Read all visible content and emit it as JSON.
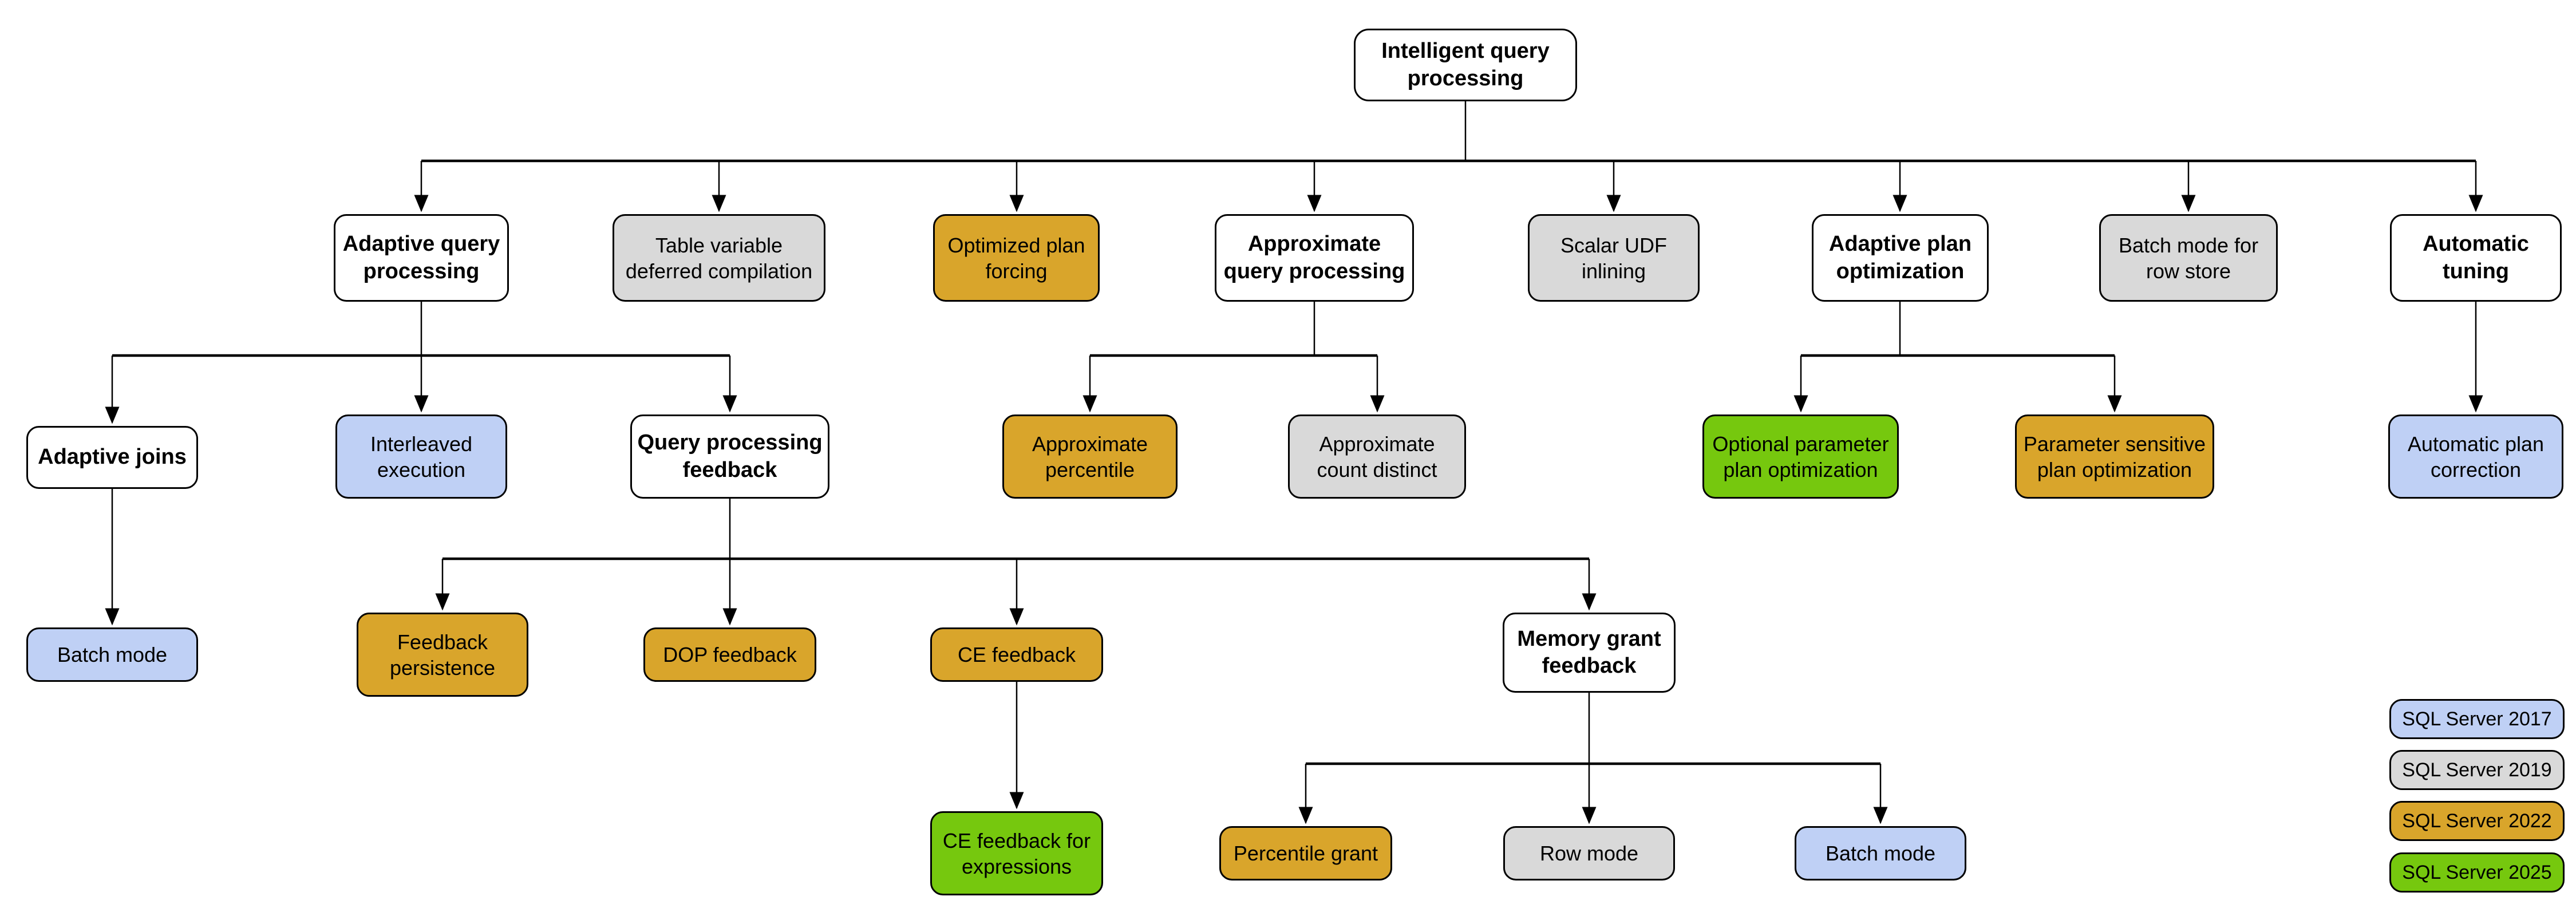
{
  "colors": {
    "bg": "#ffffff",
    "border": "#000000",
    "line": "#000000",
    "category-fill": "#ffffff",
    "v2017": "#bfd0f5",
    "v2019": "#d9d9d9",
    "v2022": "#d9a52b",
    "v2025": "#76c80e"
  },
  "nodes": {
    "root": {
      "label": "Intelligent query\nprocessing",
      "version": "category"
    },
    "adaptive_query_processing": {
      "label": "Adaptive query\nprocessing",
      "version": "category"
    },
    "table_variable_deferred_compilation": {
      "label": "Table variable\ndeferred compilation",
      "version": "SQL Server 2019"
    },
    "optimized_plan_forcing": {
      "label": "Optimized plan\nforcing",
      "version": "SQL Server 2022"
    },
    "approximate_query_processing": {
      "label": "Approximate\nquery processing",
      "version": "category"
    },
    "scalar_udf_inlining": {
      "label": "Scalar UDF\ninlining",
      "version": "SQL Server 2019"
    },
    "adaptive_plan_optimization": {
      "label": "Adaptive plan\noptimization",
      "version": "category"
    },
    "batch_mode_for_row_store": {
      "label": "Batch mode for\nrow store",
      "version": "SQL Server 2019"
    },
    "automatic_tuning": {
      "label": "Automatic\ntuning",
      "version": "category"
    },
    "adaptive_joins": {
      "label": "Adaptive joins",
      "version": "category"
    },
    "interleaved_execution": {
      "label": "Interleaved\nexecution",
      "version": "SQL Server 2017"
    },
    "query_processing_feedback": {
      "label": "Query processing\nfeedback",
      "version": "category"
    },
    "approximate_percentile": {
      "label": "Approximate\npercentile",
      "version": "SQL Server 2022"
    },
    "approximate_count_distinct": {
      "label": "Approximate\ncount distinct",
      "version": "SQL Server 2019"
    },
    "optional_parameter_plan_optimization": {
      "label": "Optional parameter\nplan optimization",
      "version": "SQL Server 2025"
    },
    "parameter_sensitive_plan_optimization": {
      "label": "Parameter sensitive\nplan optimization",
      "version": "SQL Server 2022"
    },
    "automatic_plan_correction": {
      "label": "Automatic plan\ncorrection",
      "version": "SQL Server 2017"
    },
    "batch_mode_adaptive_joins": {
      "label": "Batch mode",
      "version": "SQL Server 2017"
    },
    "feedback_persistence": {
      "label": "Feedback\npersistence",
      "version": "SQL Server 2022"
    },
    "dop_feedback": {
      "label": "DOP feedback",
      "version": "SQL Server 2022"
    },
    "ce_feedback": {
      "label": "CE feedback",
      "version": "SQL Server 2022"
    },
    "memory_grant_feedback": {
      "label": "Memory grant\nfeedback",
      "version": "category"
    },
    "ce_feedback_for_expressions": {
      "label": "CE feedback for\nexpressions",
      "version": "SQL Server 2025"
    },
    "percentile_grant": {
      "label": "Percentile grant",
      "version": "SQL Server 2022"
    },
    "row_mode": {
      "label": "Row mode",
      "version": "SQL Server 2019"
    },
    "batch_mode_memory_grant": {
      "label": "Batch mode",
      "version": "SQL Server 2017"
    }
  },
  "legend": {
    "items": [
      {
        "label": "SQL Server 2017",
        "version": "2017"
      },
      {
        "label": "SQL Server 2019",
        "version": "2019"
      },
      {
        "label": "SQL Server 2022",
        "version": "2022"
      },
      {
        "label": "SQL Server 2025",
        "version": "2025"
      }
    ]
  }
}
